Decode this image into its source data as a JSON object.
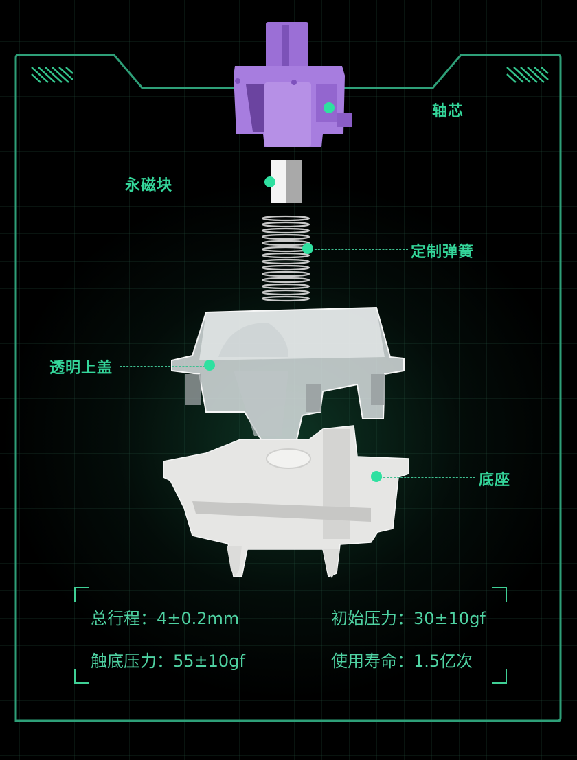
{
  "colors": {
    "accent": "#34d69a",
    "frame": "#2e9f78",
    "stem": "#a779e0",
    "background": "#000000"
  },
  "components": [
    {
      "id": "stem",
      "label": "轴芯"
    },
    {
      "id": "magnet",
      "label": "永磁块"
    },
    {
      "id": "spring",
      "label": "定制弹簧"
    },
    {
      "id": "top_housing",
      "label": "透明上盖"
    },
    {
      "id": "bottom_housing",
      "label": "底座"
    }
  ],
  "specs": [
    {
      "label": "总行程：",
      "value": "4±0.2mm"
    },
    {
      "label": "初始压力：",
      "value": "30±10gf"
    },
    {
      "label": "触底压力：",
      "value": "55±10gf"
    },
    {
      "label": "使用寿命：",
      "value": "1.5亿次"
    }
  ]
}
